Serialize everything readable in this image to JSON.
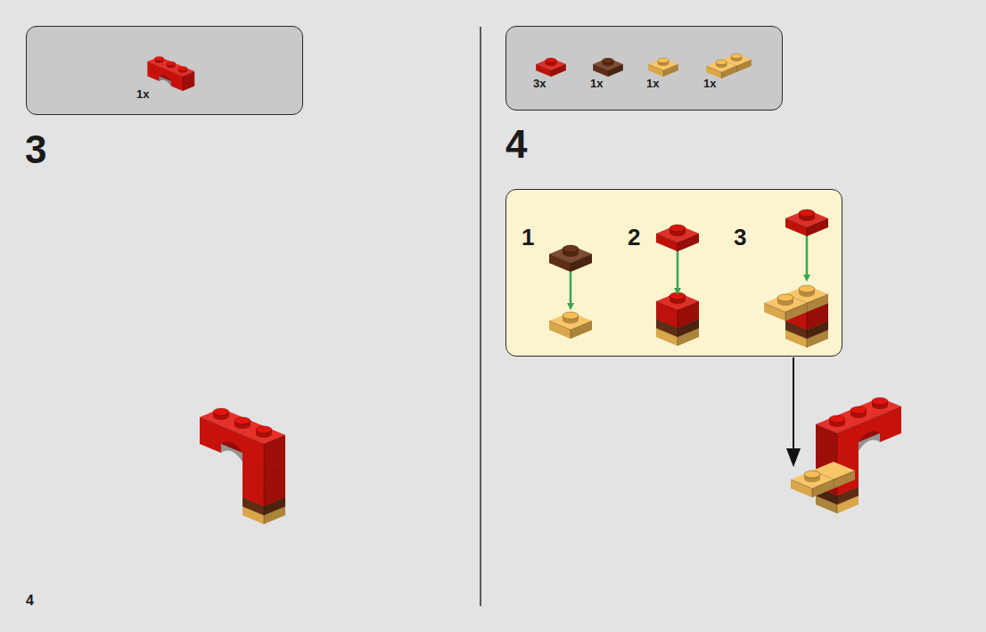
{
  "diagram": {
    "nodes": [
      {
        "text": [
          "1x"
        ]
      },
      {
        "text": [
          "3x",
          "1x",
          "1x",
          "1x"
        ]
      },
      {
        "text": [
          "1",
          "2",
          "3"
        ]
      }
    ],
    "labels": [
      "3",
      "4",
      "4"
    ]
  }
}
